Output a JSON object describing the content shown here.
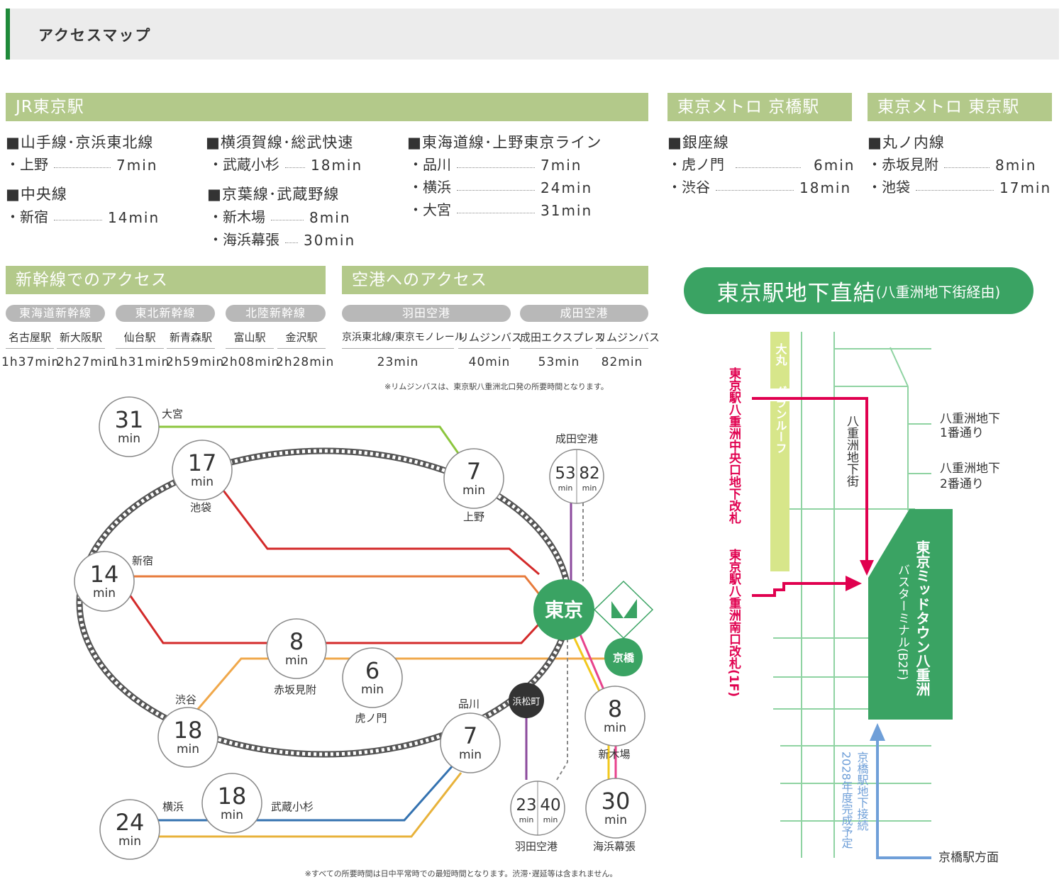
{
  "header": {
    "title": "アクセスマップ"
  },
  "jr": {
    "title": "JR東京駅",
    "groups": [
      {
        "name": "■山手線･京浜東北線",
        "rows": [
          {
            "station": "・上野",
            "time": "7min"
          }
        ]
      },
      {
        "name": "■中央線",
        "rows": [
          {
            "station": "・新宿",
            "time": "14min"
          }
        ]
      },
      {
        "name": "■横須賀線･総武快速",
        "rows": [
          {
            "station": "・武蔵小杉",
            "time": "18min"
          }
        ]
      },
      {
        "name": "■京葉線･武蔵野線",
        "rows": [
          {
            "station": "・新木場",
            "time": "8min"
          },
          {
            "station": "・海浜幕張",
            "time": "30min"
          }
        ]
      },
      {
        "name": "■東海道線･上野東京ライン",
        "rows": [
          {
            "station": "・品川",
            "time": "7min"
          },
          {
            "station": "・横浜",
            "time": "24min"
          },
          {
            "station": "・大宮",
            "time": "31min"
          }
        ]
      }
    ]
  },
  "metro_kyobashi": {
    "title": "東京メトロ 京橋駅",
    "line": "■銀座線",
    "rows": [
      {
        "station": "・虎ノ門",
        "time": "6min"
      },
      {
        "station": "・渋谷",
        "time": "18min"
      }
    ]
  },
  "metro_tokyo": {
    "title": "東京メトロ 東京駅",
    "line": "■丸ノ内線",
    "rows": [
      {
        "station": "・赤坂見附",
        "time": "8min"
      },
      {
        "station": "・池袋",
        "time": "17min"
      }
    ]
  },
  "shinkansen": {
    "title": "新幹線でのアクセス",
    "lines": [
      {
        "name": "東海道新幹線",
        "dests": [
          {
            "station": "名古屋駅",
            "time": "1h37min"
          },
          {
            "station": "新大阪駅",
            "time": "2h27min"
          }
        ]
      },
      {
        "name": "東北新幹線",
        "dests": [
          {
            "station": "仙台駅",
            "time": "1h31min"
          },
          {
            "station": "新青森駅",
            "time": "2h59min"
          }
        ]
      },
      {
        "name": "北陸新幹線",
        "dests": [
          {
            "station": "富山駅",
            "time": "2h08min"
          },
          {
            "station": "金沢駅",
            "time": "2h28min"
          }
        ]
      }
    ]
  },
  "airport": {
    "title": "空港へのアクセス",
    "airports": [
      {
        "name": "羽田空港",
        "dests": [
          {
            "station": "京浜東北線/東京モノレール",
            "time": "23min"
          },
          {
            "station": "リムジンバス",
            "time": "40min"
          }
        ]
      },
      {
        "name": "成田空港",
        "dests": [
          {
            "station": "成田エクスプレス",
            "time": "53min"
          },
          {
            "station": "リムジンバス",
            "time": "82min"
          }
        ]
      }
    ],
    "note": "※リムジンバスは、東京駅八重洲北口発の所要時間となります。"
  },
  "map": {
    "unit": "min",
    "center": "東京",
    "kyobashi": "京橋",
    "hamamatsucho": "浜松町",
    "nodes": [
      {
        "id": "omiya",
        "time": "31",
        "label": "大宮"
      },
      {
        "id": "ikebukuro",
        "time": "17",
        "label": "池袋"
      },
      {
        "id": "ueno",
        "time": "7",
        "label": "上野"
      },
      {
        "id": "shinjuku",
        "time": "14",
        "label": "新宿"
      },
      {
        "id": "akasaka",
        "time": "8",
        "label": "赤坂見附"
      },
      {
        "id": "toranomon",
        "time": "6",
        "label": "虎ノ門"
      },
      {
        "id": "shibuya",
        "time": "18",
        "label": "渋谷"
      },
      {
        "id": "shinagawa",
        "time": "7",
        "label": "品川"
      },
      {
        "id": "yokohama",
        "time": "24",
        "label": "横浜"
      },
      {
        "id": "musashikosugi",
        "time": "18",
        "label": "武蔵小杉"
      },
      {
        "id": "shinkiba",
        "time": "8",
        "label": "新木場"
      },
      {
        "id": "kaihin",
        "time": "30",
        "label": "海浜幕張"
      }
    ],
    "narita": {
      "label": "成田空港",
      "a": "53",
      "b": "82"
    },
    "haneda": {
      "label": "羽田空港",
      "a": "23",
      "b": "40"
    },
    "note": "※すべての所要時間は日中平常時での最短時間となります。渋滞･遅延等は含まれません。"
  },
  "direct": {
    "title": "東京駅地下直結",
    "sub": "(八重洲地下街経由)",
    "daimaru": "大丸",
    "granroof": "グランルーフ",
    "yaesu_chika": "八重洲地下街",
    "central_gate": "東京駅八重洲中央口地下改札",
    "south_gate": "東京駅八重洲南口改札(1F)",
    "street1": [
      "八重洲地下",
      "1番通り"
    ],
    "street2": [
      "八重洲地下",
      "2番通り"
    ],
    "terminal": "東京ミッドタウン八重洲",
    "terminal_sub": "バスターミナル(B2F)",
    "kyobashi_link": "京橋駅地下接続",
    "kyobashi_plan": "2028年度完成予定",
    "kyobashi_dir": "京橋駅方面"
  },
  "colors": {
    "green_bar": "#b3c98a",
    "dark_green": "#3aa363",
    "red": "#d32a2a",
    "orange": "#e77a3b",
    "lime": "#8cc63e",
    "purple": "#8b4a9c",
    "yellow": "#f2c81c",
    "pink": "#e8438c",
    "light_orange": "#f0a84b",
    "blue": "#3472b0",
    "gold": "#e8b23a",
    "magenta": "#e0004f",
    "arrow_blue": "#6f9fd8"
  }
}
